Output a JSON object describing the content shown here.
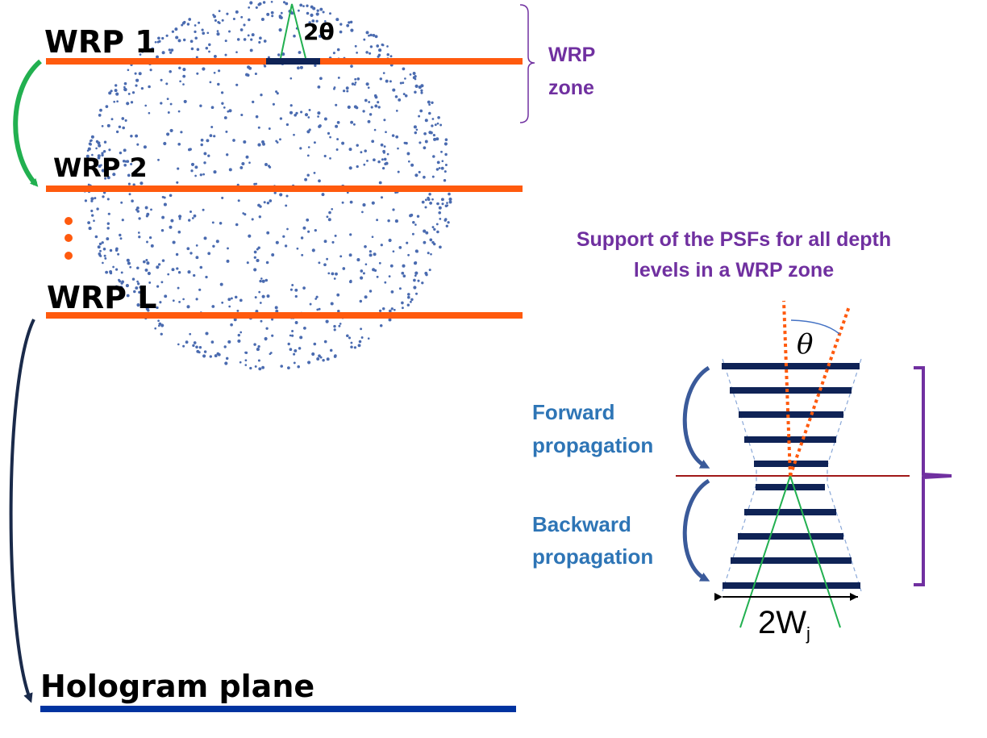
{
  "planes": {
    "wrp1": "WRP 1",
    "wrp2": "WRP 2",
    "wrpL": "WRP L",
    "hologram": "Hologram plane"
  },
  "angle_labels": {
    "two_theta": "2θ",
    "theta": "θ"
  },
  "wrp_zone": {
    "line1": "WRP",
    "line2": "zone"
  },
  "psf_caption": {
    "line1": "Support of the PSFs for all depth",
    "line2": "levels in a WRP zone"
  },
  "propagation": {
    "forward_line1": "Forward",
    "forward_line2": "propagation",
    "backward_line1": "Backward",
    "backward_line2": "propagation"
  },
  "width_label": {
    "main": "2W",
    "sub": "j"
  },
  "colors": {
    "wrp_line": "#ff5a0e",
    "dots": "#4a6bb0",
    "psf_bar": "#0f2356",
    "hologram_line": "#0033a0",
    "purple": "#7030a0",
    "blue_text": "#2e75b6",
    "green": "#22b050",
    "red_line": "#a01818",
    "dark_arrow": "#1a2a4a"
  }
}
